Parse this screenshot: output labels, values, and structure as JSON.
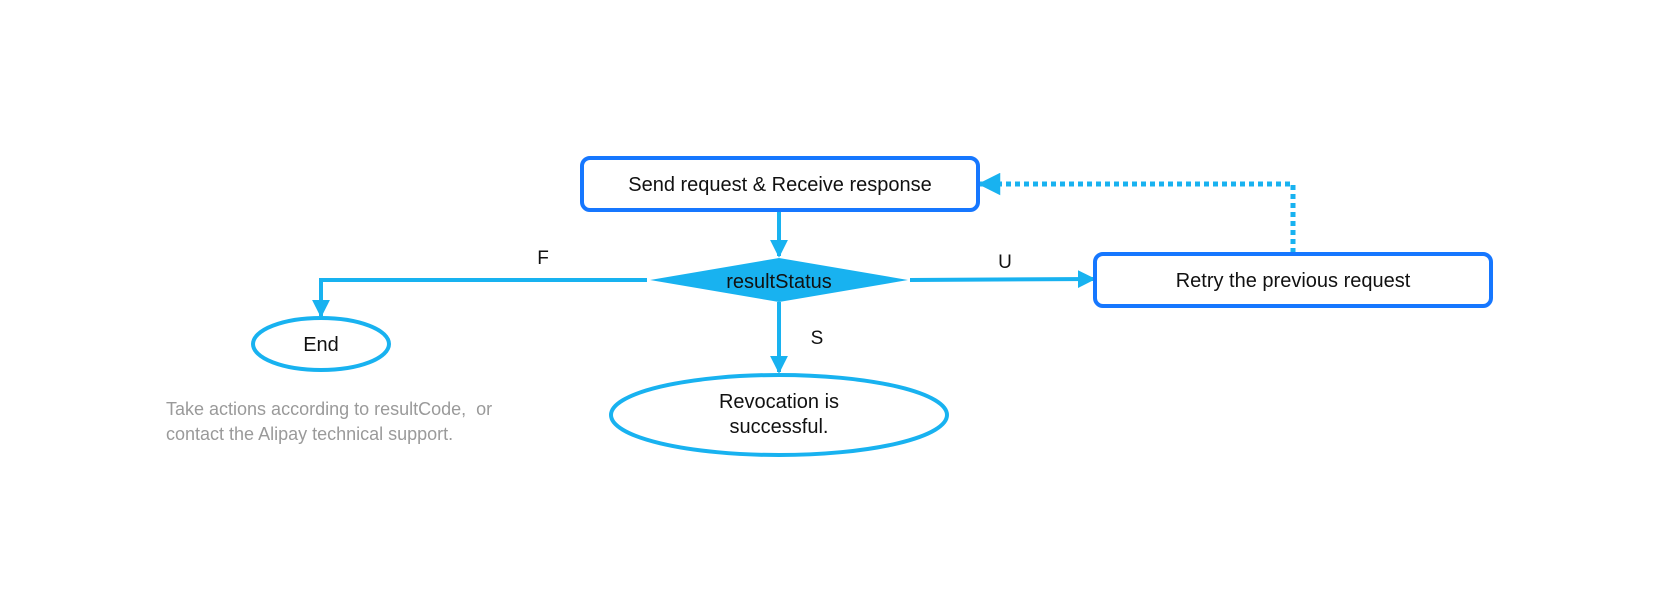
{
  "nodes": {
    "send_request": {
      "label": "Send request & Receive response"
    },
    "result_status": {
      "label": "resultStatus"
    },
    "retry": {
      "label": "Retry the previous request"
    },
    "end": {
      "label": "End"
    },
    "success": {
      "line1": "Revocation is",
      "line2": "successful."
    }
  },
  "edges": {
    "failure": {
      "label": "F"
    },
    "unknown": {
      "label": "U"
    },
    "success": {
      "label": "S"
    }
  },
  "note": {
    "line1": "Take actions according to resultCode,  or",
    "line2": "contact the Alipay technical support."
  },
  "colors": {
    "box_border": "#1677ff",
    "flow": "#18b2f0",
    "retry_dotted": "#18b2f0",
    "note_text": "#9a9a9a"
  }
}
